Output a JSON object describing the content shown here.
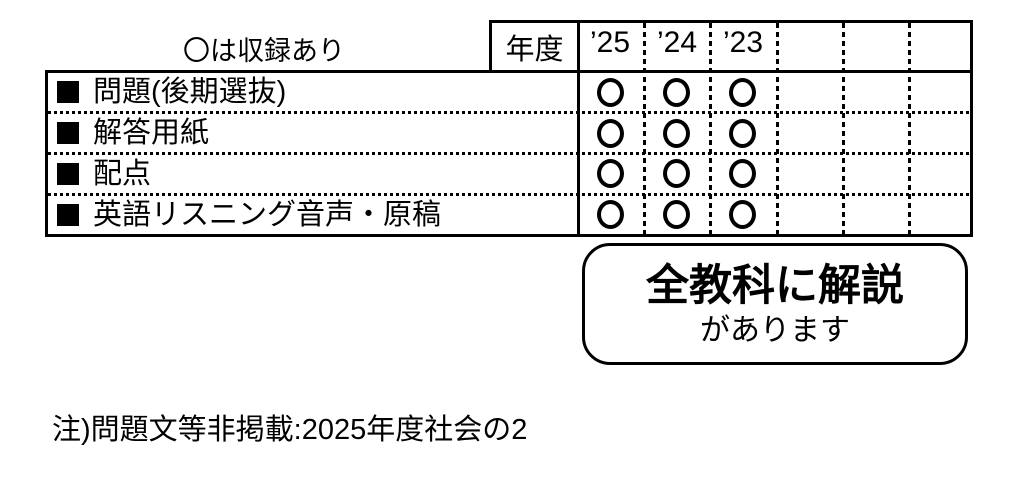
{
  "colors": {
    "ink": "#000000",
    "background": "#ffffff"
  },
  "legend": {
    "text": "〇は収録あり"
  },
  "table": {
    "year_header_label": "年度",
    "years": [
      "’25",
      "’24",
      "’23",
      "",
      "",
      ""
    ],
    "circle_symbol": "〇",
    "rows": [
      {
        "label": "問題(後期選抜)",
        "values": [
          "〇",
          "〇",
          "〇",
          "",
          "",
          ""
        ]
      },
      {
        "label": "解答用紙",
        "values": [
          "〇",
          "〇",
          "〇",
          "",
          "",
          ""
        ]
      },
      {
        "label": "配点",
        "values": [
          "〇",
          "〇",
          "〇",
          "",
          "",
          ""
        ]
      },
      {
        "label": "英語リスニング音声・原稿",
        "values": [
          "〇",
          "〇",
          "〇",
          "",
          "",
          ""
        ]
      }
    ]
  },
  "callout": {
    "line1": "全教科に解説",
    "line2": "があります"
  },
  "footnote": "注)問題文等非掲載:2025年度社会の2"
}
